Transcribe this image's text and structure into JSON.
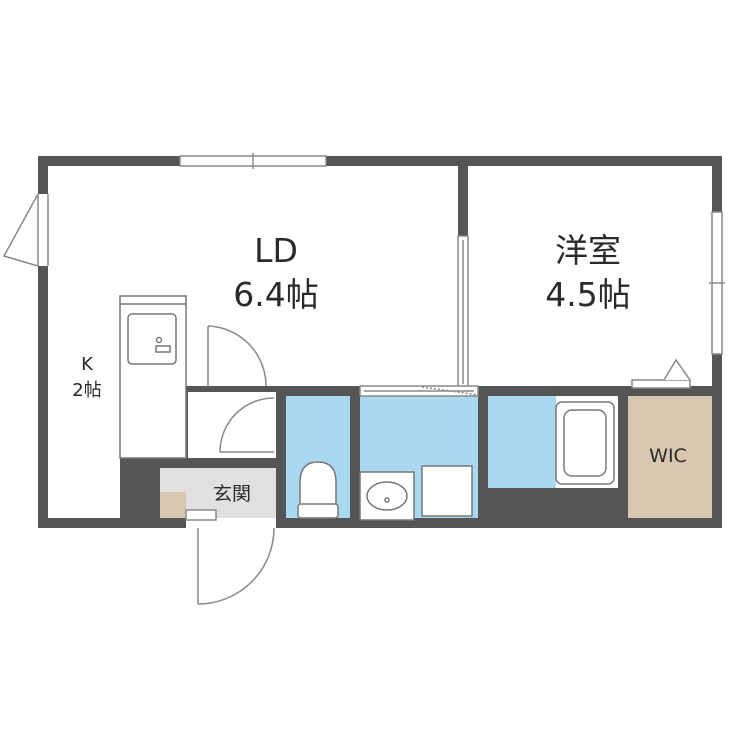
{
  "rooms": {
    "ld": {
      "name": "LD",
      "size": "6.4帖"
    },
    "bedroom": {
      "name": "洋室",
      "size": "4.5帖"
    },
    "kitchen": {
      "name": "K",
      "size": "2帖"
    },
    "entrance": {
      "name": "玄関"
    },
    "wic": {
      "name": "WIC"
    }
  },
  "colors": {
    "wall": "#555555",
    "wet_area": "#a9d8f0",
    "wic_floor": "#d9c6b0",
    "entrance_floor": "#e0e0e0",
    "shoe_box": "#d9c6b0",
    "line": "#666666"
  }
}
